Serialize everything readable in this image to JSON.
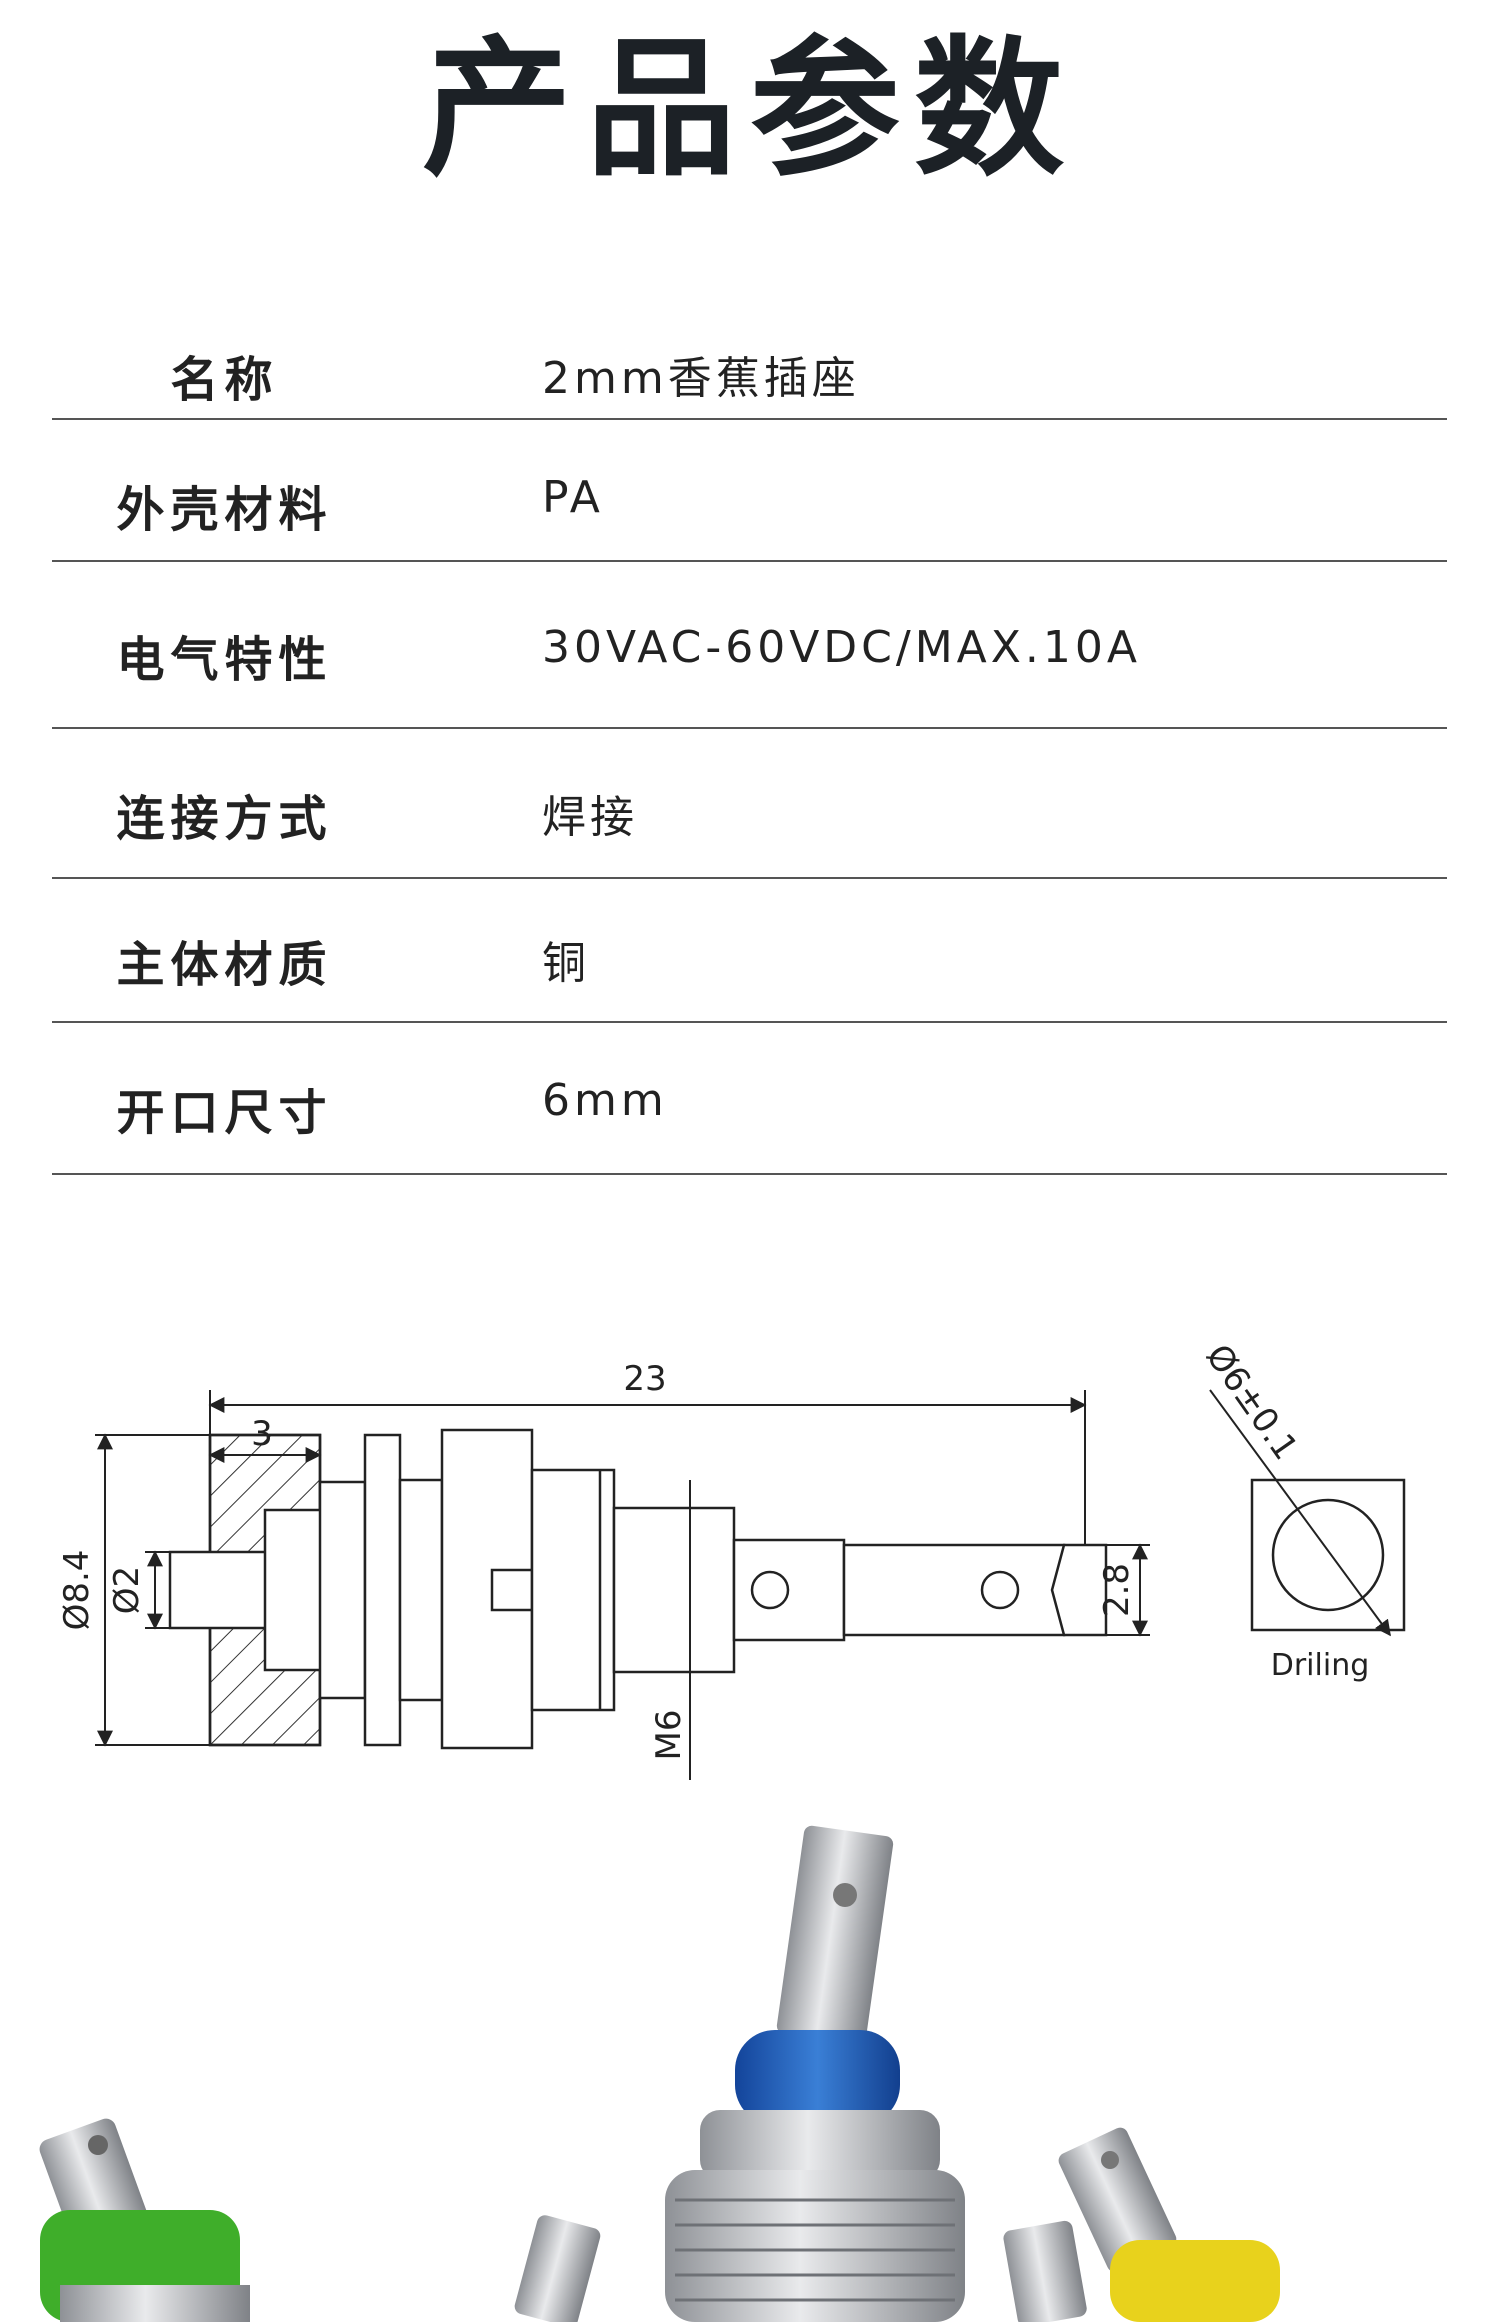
{
  "page": {
    "title": "产品参数"
  },
  "specs": [
    {
      "label": "名称",
      "value": "2mm香蕉插座"
    },
    {
      "label": "外壳材料",
      "value": "PA"
    },
    {
      "label": "电气特性",
      "value": "30VAC-60VDC/MAX.10A"
    },
    {
      "label": "连接方式",
      "value": "焊接"
    },
    {
      "label": "主体材质",
      "value": "铜"
    },
    {
      "label": "开口尺寸",
      "value": "6mm"
    }
  ],
  "drawing": {
    "total_length": "23",
    "flange_width": "3",
    "outer_diameter": "Ø8.4",
    "hole_diameter": "Ø2",
    "tab_width": "2.8",
    "thread": "M6",
    "drill_size": "Ø6±0.1",
    "drill_caption": "Driling"
  },
  "photo": {
    "colors": {
      "green": "#3fae2a",
      "blue": "#1d5fb8",
      "yellow": "#e8d21c",
      "metal": "#c9ccd0"
    }
  }
}
